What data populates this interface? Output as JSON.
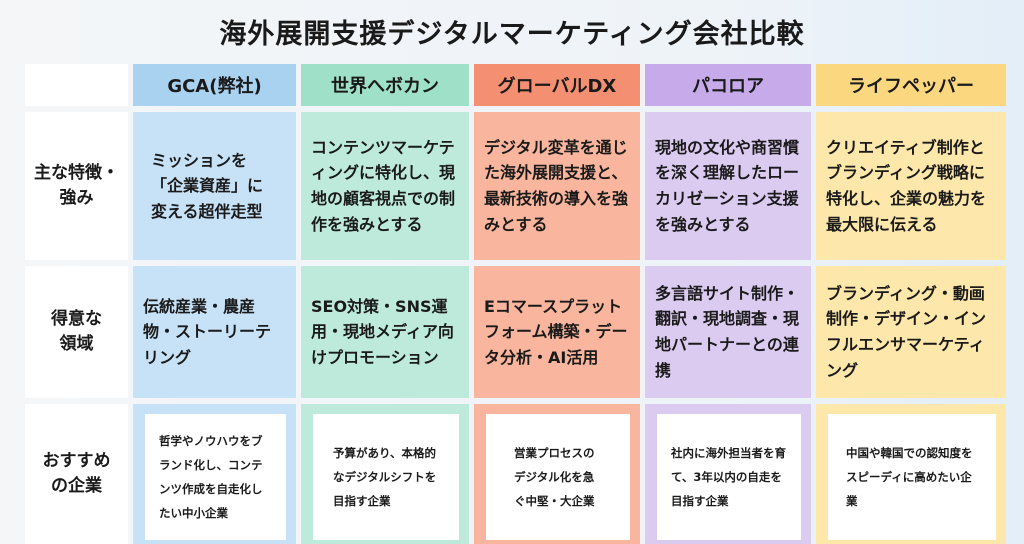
{
  "title": "海外展開支援デジタルマーケティング会社比較",
  "row_labels": [
    "主な特徴・強み",
    "得意な領域",
    "おすすめの企業"
  ],
  "companies": [
    {
      "name": "GCA(弊社)",
      "feature": "ミッションを「企業資産」に変える超伴走型",
      "domain": "伝統産業・農産物・ストーリーテリング",
      "recommended": "哲学やノウハウをブランド化し、コンテンツ作成を自走化したい中小企業"
    },
    {
      "name": "世界へボカン",
      "feature": "コンテンツマーケティングに特化し、現地の顧客視点での制作を強みとする",
      "domain": "SEO対策・SNS運用・現地メディア向けプロモーション",
      "recommended": "予算があり、本格的なデジタルシフトを目指す企業"
    },
    {
      "name": "グローバルDX",
      "feature": "デジタル変革を通じた海外展開支援と、最新技術の導入を強みとする",
      "domain": "Eコマースプラットフォーム構築・データ分析・AI活用",
      "recommended": "営業プロセスのデジタル化を急ぐ中堅・大企業"
    },
    {
      "name": "パコロア",
      "feature": "現地の文化や商習慣を深く理解したローカリゼーション支援を強みとする",
      "domain": "多言語サイト制作・翻訳・現地調査・現地パートナーとの連携",
      "recommended": "社内に海外担当者を育て、3年以内の自走を目指す企業"
    },
    {
      "name": "ライフペッパー",
      "feature": "クリエイティブ制作とブランディング戦略に特化し、企業の魅力を最大限に伝える",
      "domain": "ブランディング・動画制作・デザイン・インフルエンサマーケティング",
      "recommended": "中国や韓国での認知度をスピーディに高めたい企業"
    }
  ]
}
